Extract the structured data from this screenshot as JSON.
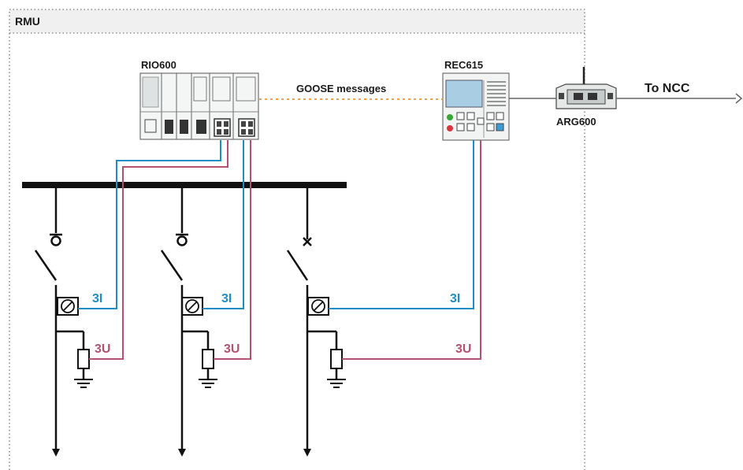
{
  "frame": {
    "title": "RMU"
  },
  "devices": {
    "rio": {
      "label": "RIO600"
    },
    "rec": {
      "label": "REC615"
    },
    "arg": {
      "label": "ARG600"
    }
  },
  "links": {
    "goose": "GOOSE messages",
    "ncc": "To NCC"
  },
  "feeders": [
    {
      "current_label": "3I",
      "voltage_label": "3U"
    },
    {
      "current_label": "3I",
      "voltage_label": "3U"
    },
    {
      "current_label": "3I",
      "voltage_label": "3U"
    }
  ],
  "colors": {
    "current_wire": "#1f8dc8",
    "voltage_wire": "#b5506f",
    "goose_link": "#f0a24a",
    "busbar": "#111111",
    "frame_border": "#7a7a7a",
    "frame_header": "#f0f0f0"
  }
}
